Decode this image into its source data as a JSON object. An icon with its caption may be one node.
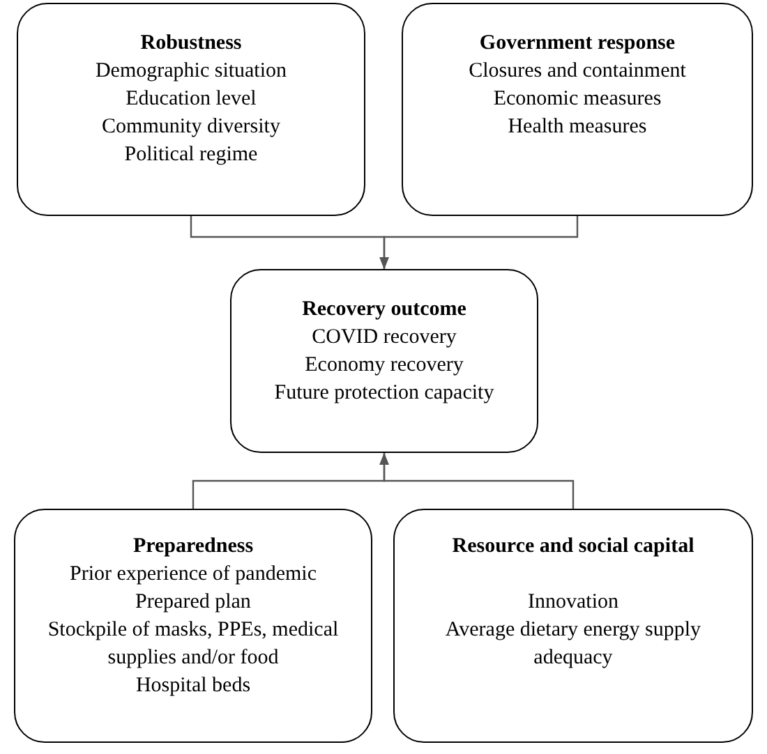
{
  "diagram": {
    "nodes": [
      {
        "text": [
          "Robustness",
          "Demographic situation",
          "Education level",
          "Community diversity",
          "Political regime"
        ]
      },
      {
        "text": [
          "Government response",
          "Closures and containment",
          "Economic measures",
          "Health measures"
        ]
      },
      {
        "text": [
          "Recovery outcome",
          "COVID recovery",
          "Economy recovery",
          "Future protection capacity"
        ]
      },
      {
        "text": [
          "Preparedness",
          "Prior experience of pandemic",
          "Prepared plan",
          "Stockpile of masks, PPEs, medical supplies and/or food",
          "Hospital beds"
        ]
      },
      {
        "text": [
          "Resource and social capital",
          "Innovation",
          "Average dietary energy supply adequacy"
        ]
      }
    ],
    "edges": [
      {
        "from": 0,
        "to": 2,
        "arrow": "to"
      },
      {
        "from": 1,
        "to": 2,
        "arrow": "to"
      },
      {
        "from": 3,
        "to": 2,
        "arrow": "to"
      },
      {
        "from": 4,
        "to": 2,
        "arrow": "to"
      }
    ]
  }
}
